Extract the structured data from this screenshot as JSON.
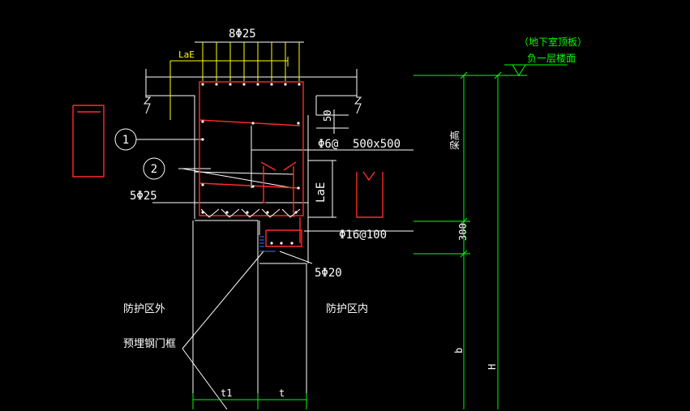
{
  "labels": {
    "top_bars": "8Φ25",
    "lae_top": "LaE",
    "callout_1": "1",
    "callout_2": "2",
    "stirrup_spec": "Φ6@",
    "section": "500x500",
    "bottom_bars": "5Φ25",
    "lae_side": "LaE",
    "tie_spec": "Φ16@100",
    "base_bars": "5Φ20",
    "outside_zone": "防护区外",
    "inside_zone": "防护区内",
    "embedded_frame": "预埋钢门框",
    "basement_roof": "（地下室顶板）",
    "floor_level": "负一层楼面"
  },
  "dimensions": {
    "d50": "50",
    "d300": "300",
    "beam_depth": "梁高",
    "b": "b",
    "H": "H",
    "t1": "t1",
    "t": "t"
  },
  "colors": {
    "background": "#000000",
    "outline": "#ffffff",
    "rebar": "#ff2a2a",
    "dimension": "#00ff00",
    "anchor": "#ffff00",
    "hatch": "#4a6cff"
  }
}
